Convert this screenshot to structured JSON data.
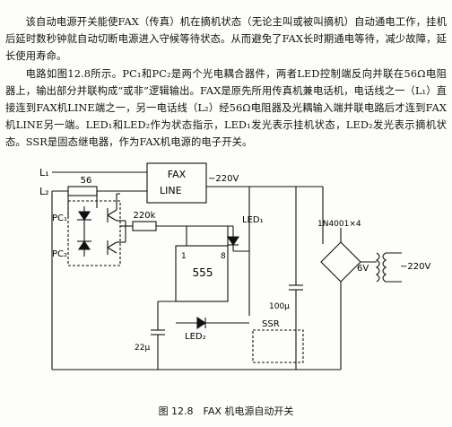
{
  "text": {
    "paragraph1": "该自动电源开关能使FAX（传真）机在摘机状态（无论主叫或被叫摘机）自动通电工作，挂机后延时数秒钟就自动切断电源进入守候等待状态。从而避免了FAX长时期通电等待，减少故障，延长使用寿命。",
    "paragraph2": "电路如图12.8所示。PC₁和PC₂是两个光电耦合器件，两者LED控制端反向并联在56Ω电阻器上，输出部分并联构成“或非”逻辑输出。FAX是原先所用传真机兼电话机，电话线之一（L₁）直接连到FAX机LINE端之一，另一电话线（L₂）经56Ω电阻器及光耦输入端并联电路后才连到FAX机LINE另一端。LED₁和LED₂作为状态指示，LED₁发光表示挂机状态，LED₂发光表示摘机状态。SSR是固态继电器，作为FAX机电源的电子开关。",
    "caption": "图 12.8　FAX 机电源自动开关"
  },
  "circuit": {
    "line1": "L₁",
    "line2": "L₂",
    "fax_title": "FAX",
    "fax_line": "LINE",
    "fax_supply": "~220V",
    "r_line": "56",
    "pc1": "PC₁",
    "pc2": "PC₂",
    "r_base": "220k",
    "led1": "LED₁",
    "led2": "LED₂",
    "ic": "555",
    "pin1": "1",
    "pin8": "8",
    "c_timer": "22μ",
    "c_filter": "100μ",
    "ssr": "SSR",
    "bridge": "1N4001×4",
    "transformer_sec": "6V",
    "mains": "~220V"
  }
}
